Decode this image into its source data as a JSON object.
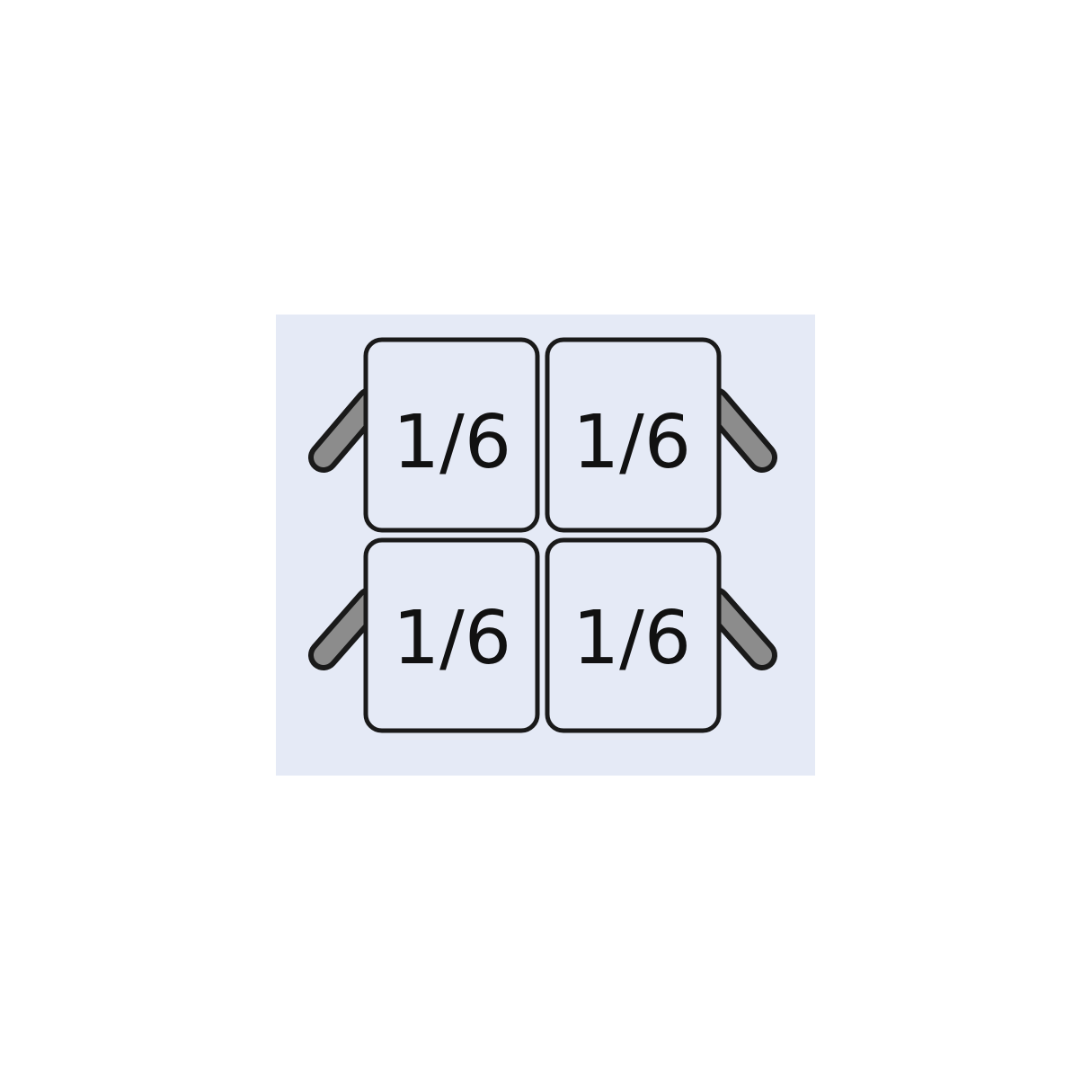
{
  "diagram": {
    "title": "",
    "pans": [
      {
        "label": "1/6"
      },
      {
        "label": "1/6"
      },
      {
        "label": "1/6"
      },
      {
        "label": "1/6"
      }
    ],
    "handles": [
      {
        "name": "left-top"
      },
      {
        "name": "right-top"
      },
      {
        "name": "left-bottom"
      },
      {
        "name": "right-bottom"
      }
    ]
  },
  "colors": {
    "background": "#ffffff",
    "panel": "#e5eaf6",
    "pan_fill": "#e5eaf6",
    "outline": "#1a1a1a",
    "handle_fill": "#8c8c8c",
    "label": "#111111"
  }
}
